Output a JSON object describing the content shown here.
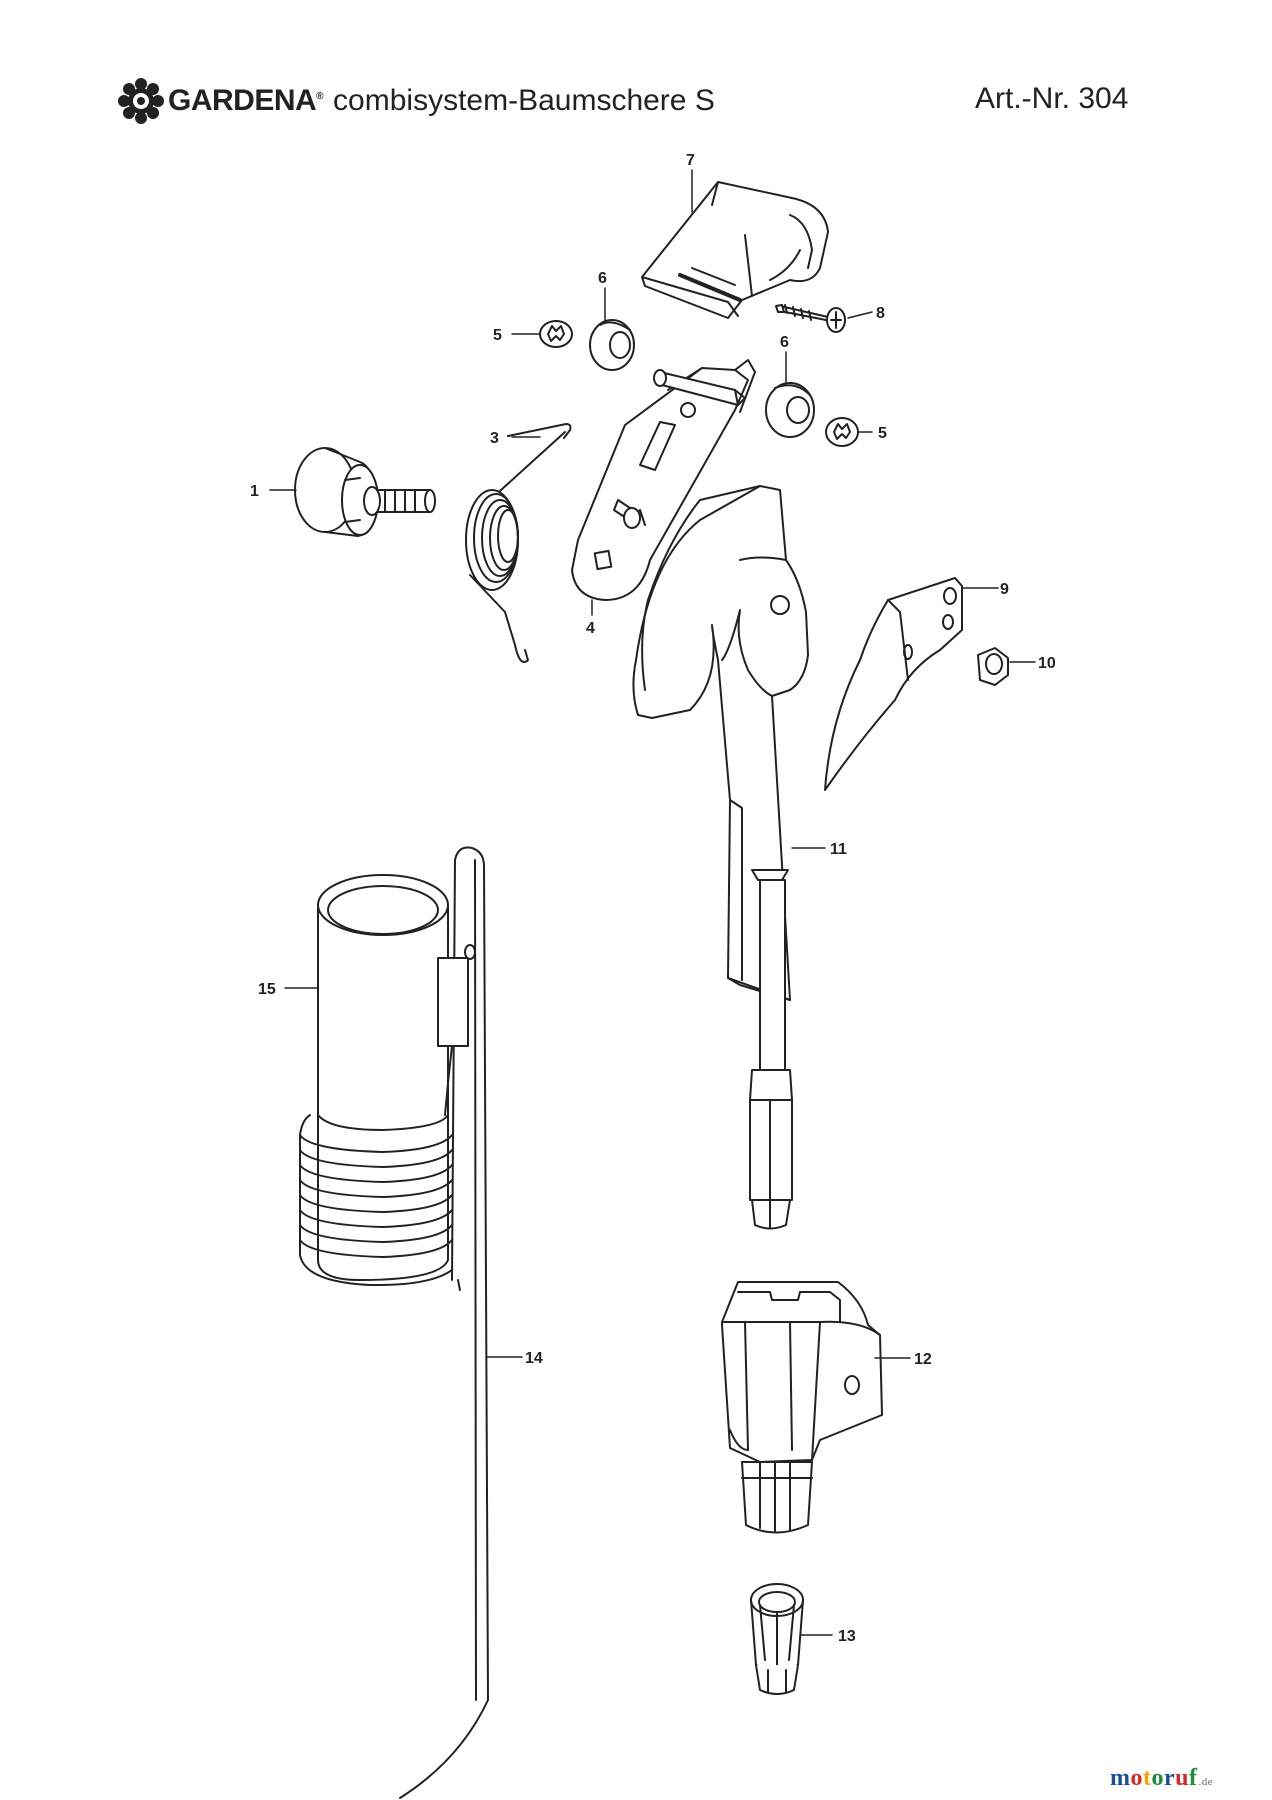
{
  "header": {
    "brand": "GARDENA",
    "brand_mark": "®",
    "product": "combisystem-Baumschere S",
    "article": "Art.-Nr. 304"
  },
  "callouts": {
    "c1": "1",
    "c3": "3",
    "c4": "4",
    "c5a": "5",
    "c5b": "5",
    "c6a": "6",
    "c6b": "6",
    "c7": "7",
    "c8": "8",
    "c9": "9",
    "c10": "10",
    "c11": "11",
    "c12": "12",
    "c13": "13",
    "c14": "14",
    "c15": "15"
  },
  "watermark": {
    "letters": [
      "m",
      "o",
      "t",
      "o",
      "r",
      "u",
      "f"
    ],
    "colors": [
      "#1a4f9c",
      "#d72828",
      "#f2a400",
      "#1a8f3a",
      "#1a4f9c",
      "#d72828",
      "#1a8f3a"
    ],
    "suffix": ".de"
  },
  "icons": {
    "logo": "gardena-flower-logo-icon"
  }
}
